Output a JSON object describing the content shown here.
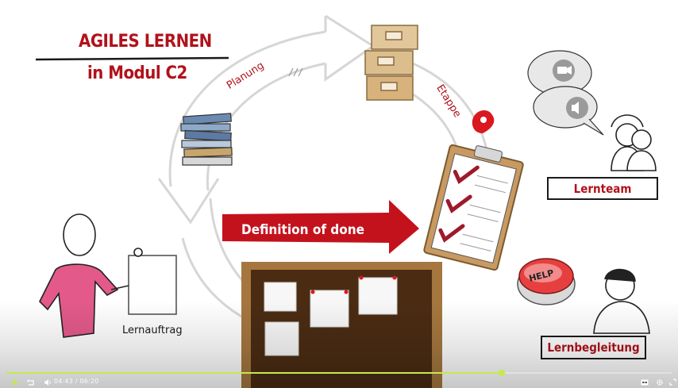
{
  "video": {
    "title_line1": "AGILES LERNEN",
    "title_line2": "in Modul C2",
    "cycle_labels": {
      "planung": "Planung",
      "etappe": "Etappe"
    },
    "arrow_text": "Definition of done",
    "labels": {
      "lernteam": "Lernteam",
      "lernbegleitung": "Lernbegleitung",
      "lernauftrag": "Lernauftrag",
      "help": "HELP"
    },
    "colors": {
      "brand_red": "#b0121b",
      "cork": "#8b5a2b",
      "frame": "#a87c4e",
      "skin": "#e35a8a"
    }
  },
  "player": {
    "current_time": "04:43",
    "separator": "/",
    "duration": "06:20",
    "progress": 0.745,
    "progress_color": "#c6e94b",
    "icons": {
      "play": "play-icon",
      "rewind": "rewind-icon",
      "volume": "volume-icon",
      "captions": "captions-icon",
      "settings": "gear-icon",
      "fullscreen": "fullscreen-icon"
    }
  }
}
